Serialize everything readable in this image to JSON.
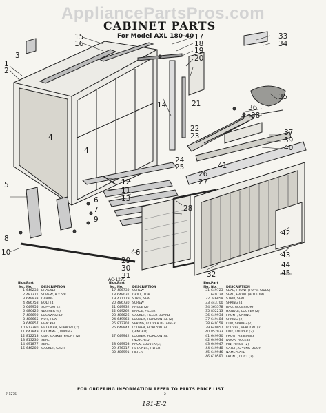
{
  "watermark": "AppliancePartsPros.com",
  "title": "CABINET PARTS",
  "subtitle": "For Model AXL 180-40",
  "callouts": [
    "15",
    "16",
    "17",
    "18",
    "19",
    "20",
    "21",
    "1",
    "2",
    "3",
    "4",
    "4",
    "5",
    "6",
    "7",
    "8",
    "9",
    "10",
    "11",
    "12",
    "13",
    "14",
    "22",
    "23",
    "24",
    "25",
    "26",
    "27",
    "28",
    "29",
    "30",
    "31",
    "32",
    "33",
    "34",
    "35",
    "36",
    "37",
    "38",
    "39",
    "40",
    "41",
    "42",
    "43",
    "44",
    "45",
    "46"
  ],
  "ac_label": "AC-1275",
  "table": {
    "headers": {
      "illus": "Illus.",
      "no": "No.",
      "part": "Part",
      "part_no": "No.",
      "desc": "DESCRIPTION"
    },
    "col1": [
      [
        "1",
        "646238",
        "BRACKET"
      ],
      [
        "2",
        "487371",
        "SCREW, 8 x 5/8"
      ],
      [
        "3",
        "649933",
        "CABINET"
      ],
      [
        "4",
        "486758",
        "BOLT (4)"
      ],
      [
        "5",
        "649955",
        "SUPPORT (2)"
      ],
      [
        "6",
        "486426",
        "WASHER (4)"
      ],
      [
        "7",
        "486690",
        "LOCKWASHER"
      ],
      [
        "8",
        "486665",
        "NUT, HEX"
      ],
      [
        "9",
        "649957",
        "BRACKET"
      ],
      [
        "10",
        "813380",
        "RETAINER, SUPPORT (2)"
      ],
      [
        "11",
        "647849",
        "GROMMET, WIRING"
      ],
      [
        "12",
        "812213",
        "CLIP, GASKET FRONT (2)"
      ],
      [
        "13",
        "813230",
        "SEAL"
      ],
      [
        "14",
        "491877",
        "SEAL"
      ],
      [
        "15",
        "646200",
        "GASKET, SASH"
      ]
    ],
    "col2": [
      [
        "17",
        "486730",
        "SCREW"
      ],
      [
        "18",
        "648031",
        "GRILL, TOP"
      ],
      [
        "19",
        "471179",
        "STRIP, SEAL"
      ],
      [
        "20",
        "486730",
        "SCREW"
      ],
      [
        "21",
        "649932",
        "ANGLE (2)"
      ],
      [
        "22",
        "649262",
        "BRACE, FILLER"
      ],
      [
        "23",
        "486626",
        "GASKET, FILLER BOARD"
      ],
      [
        "24",
        "649963",
        "LOUVER, HORIZONTAL (2)"
      ],
      [
        "25",
        "812302",
        "SPRING, LOUVER RETAINER"
      ],
      [
        "26",
        "649944",
        "LOUVER, HORIZONTAL"
      ],
      [
        "",
        "",
        "(HINGED)"
      ],
      [
        "27",
        "649942",
        "LOUVER, HORIZONTAL"
      ],
      [
        "",
        "",
        "(NOTCHED)"
      ],
      [
        "28",
        "649953",
        "RACK, LOUVER (2)"
      ],
      [
        "29",
        "476317",
        "RETAINER, FILTER"
      ],
      [
        "30",
        "486991",
        "FILTER"
      ]
    ],
    "col3": [
      [
        "31",
        "649723",
        "SEAL, FRONT (TOP & SIDES)"
      ],
      [
        "",
        "649724",
        "SEAL, FRONT (BOTTOM)"
      ],
      [
        "32",
        "346859",
        "STRIP, SEAL"
      ],
      [
        "33",
        "443700",
        "SPRING (4)"
      ],
      [
        "34",
        "363578",
        "BAG, ACCESSORY"
      ],
      [
        "35",
        "852213",
        "HANDLE, LOUVER (2)"
      ],
      [
        "36",
        "649934",
        "FRONT, SPRING"
      ],
      [
        "37",
        "649484",
        "SPRING (2)"
      ],
      [
        "38",
        "649159",
        "CLIP, SPRING (2)"
      ],
      [
        "39",
        "649957",
        "LOUVER, VERTICAL (2)"
      ],
      [
        "40",
        "852033",
        "LINK, LOUVER (2)"
      ],
      [
        "41",
        "649930",
        "FRONT ASSEMBLY"
      ],
      [
        "42",
        "649934",
        "DOOR, ACCESS"
      ],
      [
        "43",
        "649947",
        "PIN, HINGE (2)"
      ],
      [
        "44",
        "649948",
        "CATCH, SPRING DOOR"
      ],
      [
        "45",
        "649946",
        "NAMEPLATE"
      ],
      [
        "46",
        "619591",
        "FRONT, DUCT (2)"
      ]
    ]
  },
  "footer": "FOR ORDERING INFORMATION REFER TO PARTS PRICE LIST",
  "page_code": "7-1275",
  "page_number": "2",
  "handwritten": "181-E-2"
}
